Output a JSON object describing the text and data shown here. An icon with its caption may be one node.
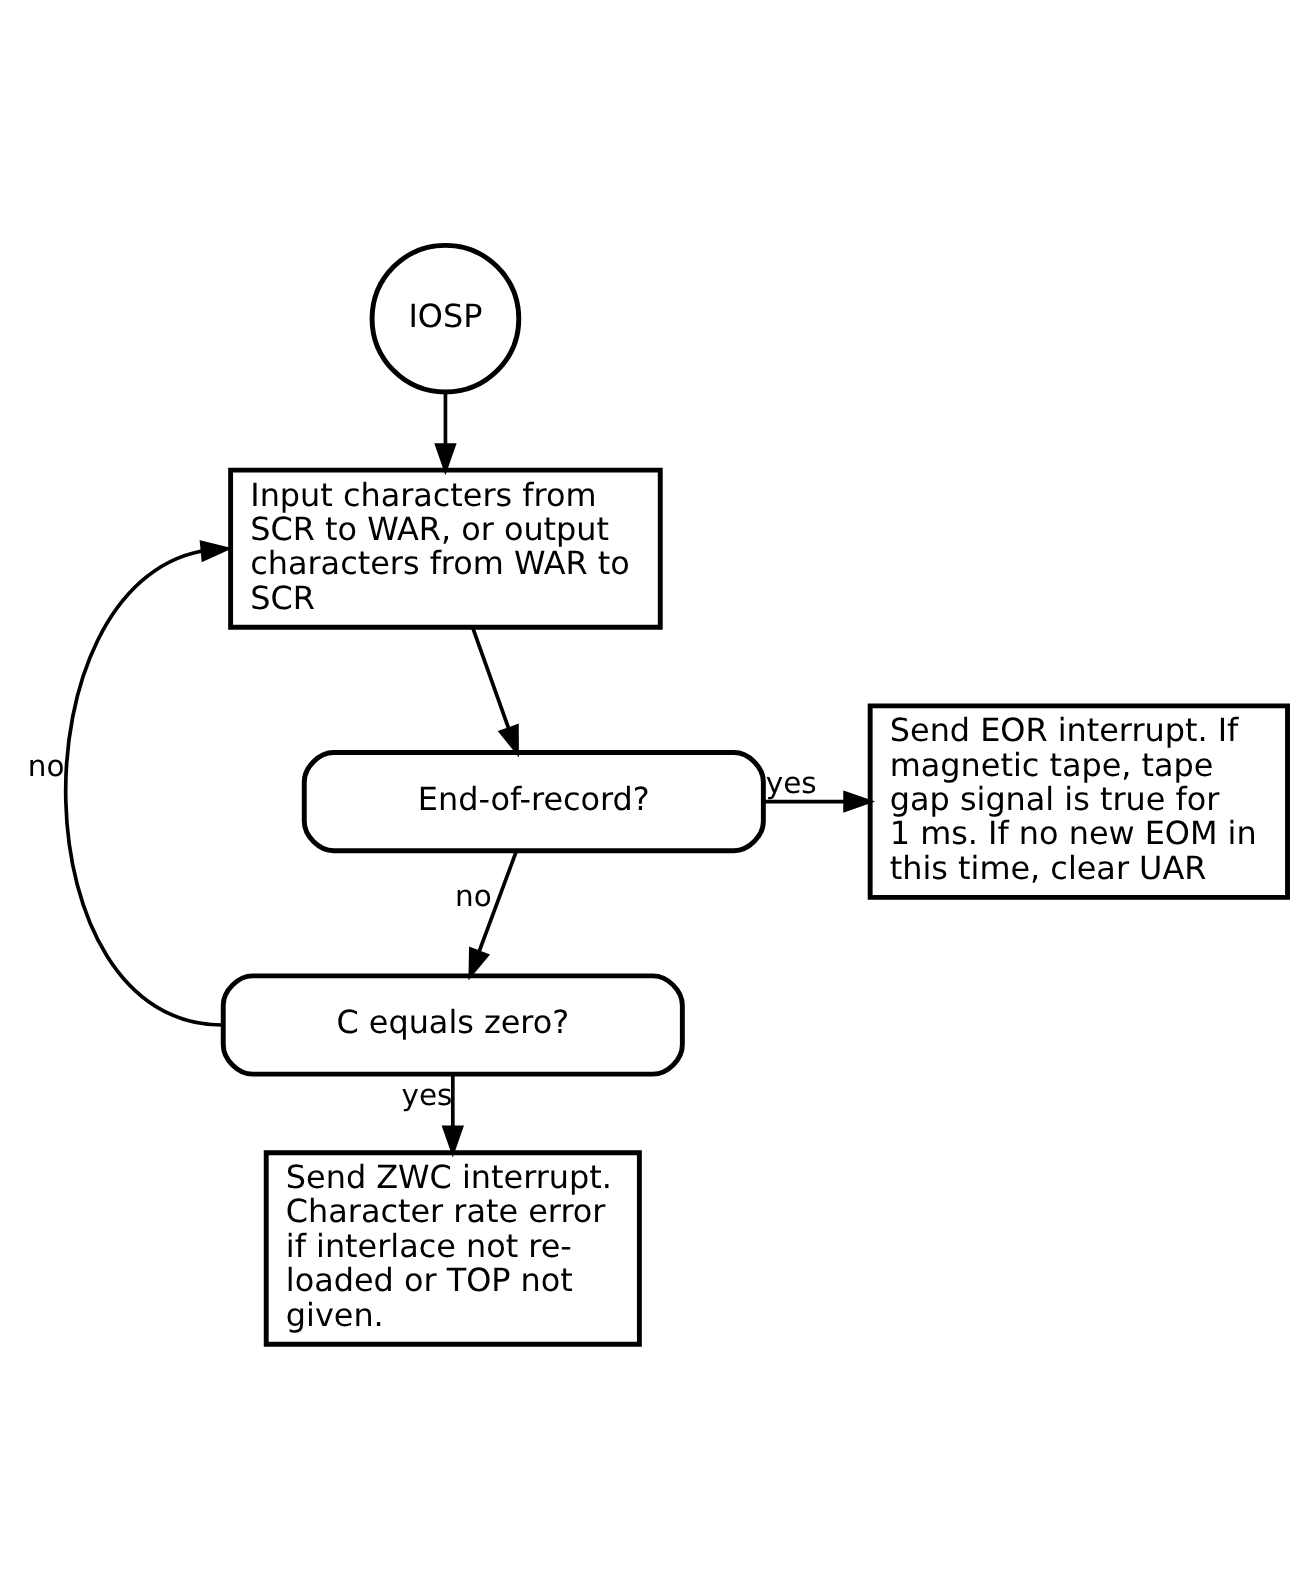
{
  "diagram": {
    "nodes": [
      {
        "text": [
          "IOSP"
        ]
      },
      {
        "text": [
          "Input characters from SCR to WAR, or output characters from WAR to SCR"
        ]
      },
      {
        "text": [
          "End-of-record?"
        ]
      },
      {
        "text": [
          "Send EOR interrupt. If magnetic tape, tape gap signal is true for 1 ms. If no new EOM in this time, clear UAR"
        ]
      },
      {
        "text": [
          "C equals zero?"
        ]
      },
      {
        "text": [
          "Send ZWC interrupt. Character rate error if interlace not re-loaded or TOP not given."
        ]
      }
    ],
    "edges": [
      {
        "from": 0,
        "to": 1,
        "arrow": "to"
      },
      {
        "from": 1,
        "to": 2,
        "arrow": "to"
      },
      {
        "from": 2,
        "to": 3,
        "arrow": "to",
        "label": "yes"
      },
      {
        "from": 2,
        "to": 4,
        "arrow": "to",
        "label": "no"
      },
      {
        "from": 4,
        "to": 1,
        "arrow": "to",
        "label": "no"
      },
      {
        "from": 4,
        "to": 5,
        "arrow": "to",
        "label": "yes"
      }
    ]
  }
}
